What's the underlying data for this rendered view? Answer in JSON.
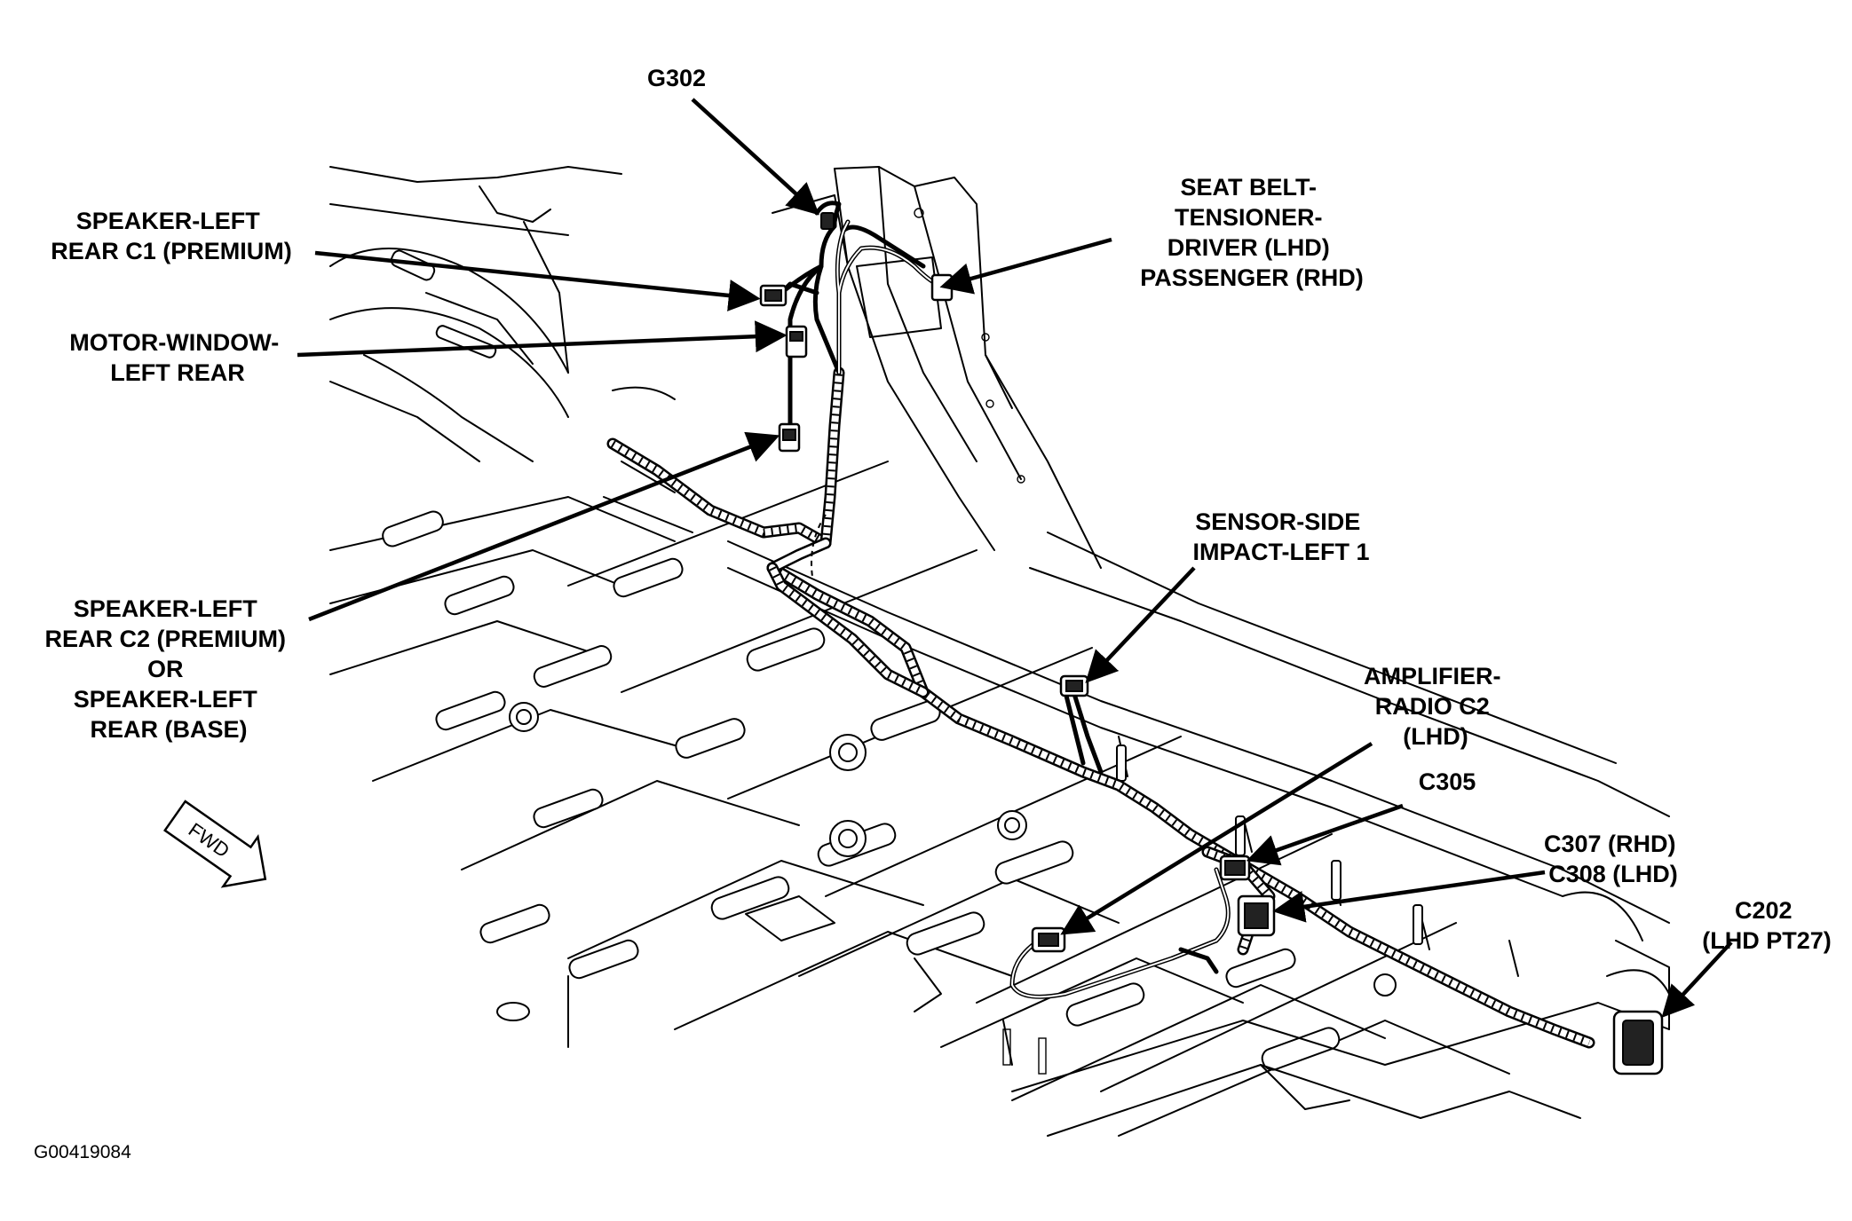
{
  "figure_id": "G00419084",
  "fwd_label": "FWD",
  "callouts": [
    {
      "id": "g302",
      "lines": [
        "G302"
      ]
    },
    {
      "id": "speaker-lr-c1",
      "lines": [
        "SPEAKER-LEFT",
        "REAR C1 (PREMIUM)"
      ]
    },
    {
      "id": "motor-window",
      "lines": [
        "MOTOR-WINDOW-",
        "LEFT REAR"
      ]
    },
    {
      "id": "speaker-lr-c2",
      "lines": [
        "SPEAKER-LEFT",
        "REAR C2 (PREMIUM)",
        "OR",
        "SPEAKER-LEFT",
        "REAR (BASE)"
      ]
    },
    {
      "id": "seat-belt",
      "lines": [
        "SEAT BELT-",
        "TENSIONER-",
        "DRIVER (LHD)",
        "PASSENGER (RHD)"
      ]
    },
    {
      "id": "sensor-side",
      "lines": [
        "SENSOR-SIDE",
        "IMPACT-LEFT 1"
      ]
    },
    {
      "id": "amplifier",
      "lines": [
        "AMPLIFIER-",
        "RADIO C2",
        "(LHD)"
      ]
    },
    {
      "id": "c305",
      "lines": [
        "C305"
      ]
    },
    {
      "id": "c307",
      "lines": [
        "C307 (RHD)",
        "C308 (LHD)"
      ]
    },
    {
      "id": "c202",
      "lines": [
        "C202",
        "(LHD PT27)"
      ]
    }
  ]
}
